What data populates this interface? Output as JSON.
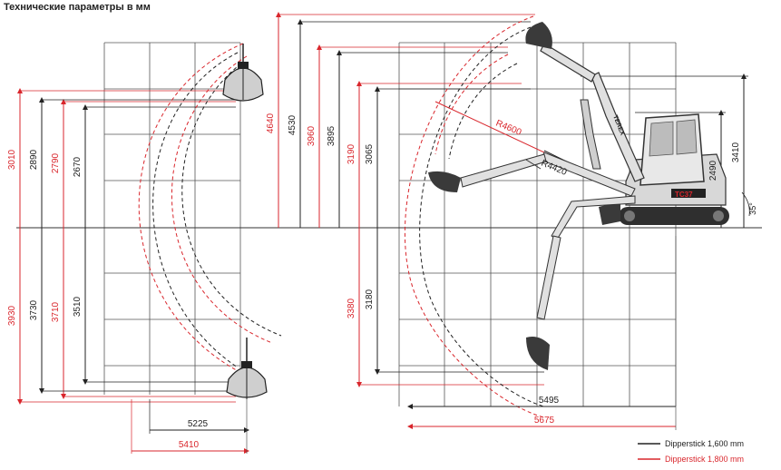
{
  "title": "Технические параметры в мм",
  "brand": {
    "name": "TEREX",
    "model": "TC37"
  },
  "colors": {
    "dim_black": "#222222",
    "dim_red": "#d9262c",
    "grid": "#555555",
    "machine": "#3a3a3a"
  },
  "left_diagram": {
    "up_black": [
      "2890",
      "2670"
    ],
    "up_red": [
      "3010",
      "2790"
    ],
    "down_black": [
      "3730",
      "3510"
    ],
    "down_red": [
      "3930",
      "3710"
    ],
    "reach_black": "5225",
    "reach_red": "5410"
  },
  "right_diagram": {
    "up_black": [
      "4530",
      "3895",
      "3065"
    ],
    "up_red": [
      "4640",
      "3960",
      "3190"
    ],
    "down_black": "3180",
    "down_red": "3380",
    "reach_black": "5495",
    "reach_red": "5675",
    "radius_red": "R4600",
    "radius_black": "R4420",
    "height_2490": "2490",
    "height_3410": "3410",
    "angle": "35°"
  },
  "legend": {
    "black_label": "Dipperstick 1,600 mm",
    "red_label": "Dipperstick 1,800 mm"
  }
}
